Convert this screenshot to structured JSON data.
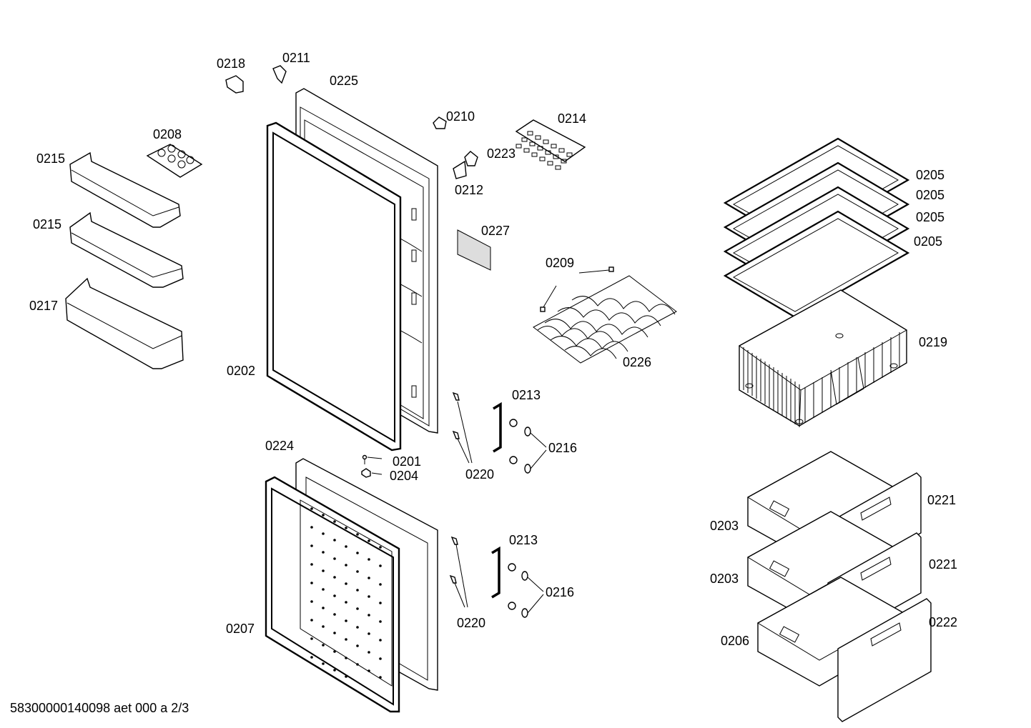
{
  "diagram": {
    "labels": {
      "p0201": "0201",
      "p0202": "0202",
      "p0203a": "0203",
      "p0203b": "0203",
      "p0204": "0204",
      "p0205a": "0205",
      "p0205b": "0205",
      "p0205c": "0205",
      "p0205d": "0205",
      "p0206": "0206",
      "p0207": "0207",
      "p0208": "0208",
      "p0209": "0209",
      "p0210": "0210",
      "p0211": "0211",
      "p0212": "0212",
      "p0213a": "0213",
      "p0213b": "0213",
      "p0214": "0214",
      "p0215a": "0215",
      "p0215b": "0215",
      "p0216a": "0216",
      "p0216b": "0216",
      "p0217": "0217",
      "p0218": "0218",
      "p0219": "0219",
      "p0220a": "0220",
      "p0220b": "0220",
      "p0221a": "0221",
      "p0221b": "0221",
      "p0222": "0222",
      "p0223": "0223",
      "p0224": "0224",
      "p0225": "0225",
      "p0226": "0226",
      "p0227": "0227"
    },
    "footer": "58300000140098 aet 000 a 2/3"
  }
}
